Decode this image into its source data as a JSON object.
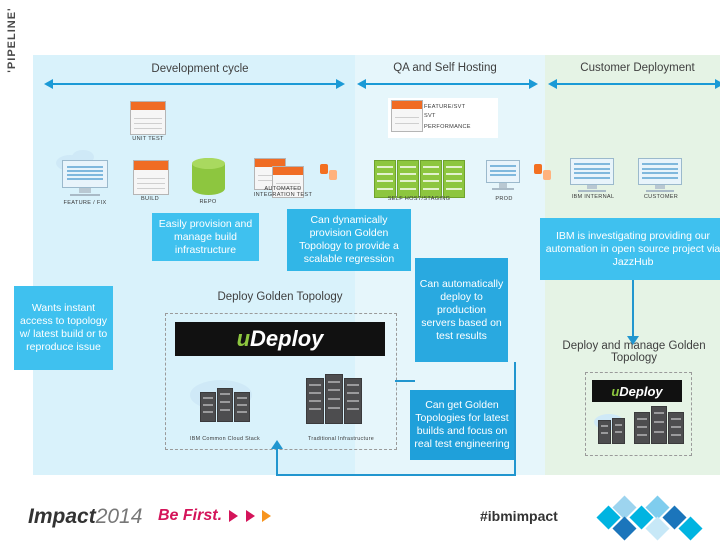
{
  "slide": {
    "vertical_label": "'PIPELINE'",
    "phases": [
      {
        "name": "development",
        "title": "Development cycle"
      },
      {
        "name": "qa",
        "title": "QA and Self Hosting"
      },
      {
        "name": "customer",
        "title": "Customer Deployment"
      }
    ]
  },
  "nodes": [
    {
      "id": "unit-test",
      "label": "UNIT TEST"
    },
    {
      "id": "feature-fix",
      "label": "FEATURE / FIX"
    },
    {
      "id": "build",
      "label": "BUILD"
    },
    {
      "id": "repo",
      "label": "REPO"
    },
    {
      "id": "automated-integration-test",
      "label": "AUTOMATED INTEGRATION TEST"
    },
    {
      "id": "feature-svt-performance",
      "label_1": "FEATURE/SVT",
      "label_2": "SVT",
      "label_3": "PERFORMANCE"
    },
    {
      "id": "self-host-staging",
      "label": "SELF HOST/STAGING"
    },
    {
      "id": "prod",
      "label": "PROD"
    },
    {
      "id": "ibm-internal",
      "label": "IBM INTERNAL"
    },
    {
      "id": "customer",
      "label": "CUSTOMER"
    },
    {
      "id": "ibm-common-cloud-stack",
      "label": "IBM Common Cloud Stack"
    },
    {
      "id": "traditional-infrastructure",
      "label": "Traditional Infrastructure"
    }
  ],
  "callouts": [
    {
      "id": "easy-provision",
      "text": "Easily provision and manage build infrastructure"
    },
    {
      "id": "dynamic-golden-topology",
      "text": "Can dynamically provision Golden Topology to provide a scalable regression"
    },
    {
      "id": "wants-instant-access",
      "text": "Wants instant access to topology w/ latest build or to reproduce issue"
    },
    {
      "id": "auto-deploy-production",
      "text": "Can automatically deploy to production servers based on test results"
    },
    {
      "id": "get-golden-topologies",
      "text": "Can get Golden Topologies for latest builds and focus on real test engineering"
    },
    {
      "id": "ibm-open-source",
      "text": "IBM is investigating providing our automation in open source project via JazzHub"
    }
  ],
  "labels": {
    "deploy_golden_topology": "Deploy Golden Topology",
    "deploy_manage_golden_topology": "Deploy and manage Golden Topology",
    "udeploy_wordmark": "uDeploy",
    "udeploy_prefix": "u",
    "udeploy_suffix": "Deploy"
  },
  "footer": {
    "brand": "Impact",
    "year": "2014",
    "tagline": "Be First.",
    "hashtag": "#ibmimpact"
  },
  "colors": {
    "accent_blue": "#29a9e0",
    "panel_dev": "#d9f2fb",
    "panel_qa": "#e6f6fb",
    "panel_customer": "#e5f3e5",
    "green": "#8dc63f",
    "orange": "#f06c24",
    "magenta": "#d4145a"
  }
}
